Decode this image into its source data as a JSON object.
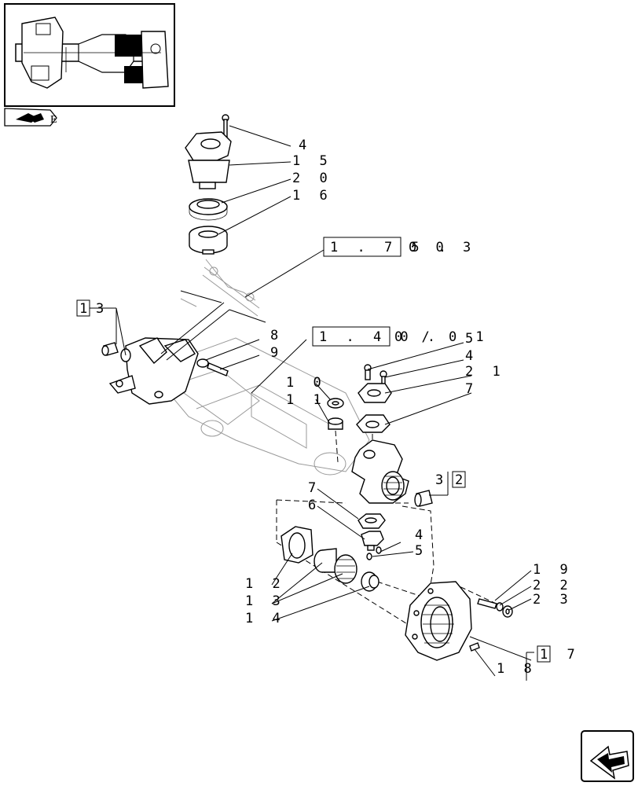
{
  "thumbnail": {
    "icon": "axle-assembly-thumbnail"
  },
  "book_tab": {
    "icon": "book-tab-icon",
    "suffix": "E"
  },
  "nav": {
    "icon": "previous-page-arrow-icon"
  },
  "refs": {
    "ref_175": [
      "1 . 7 5 .",
      "0   0 3"
    ],
    "ref_140": [
      "1 . 4 0 .",
      "0 / 0 1"
    ]
  },
  "callouts": {
    "c4a": "4",
    "c15": "1 5",
    "c20": "2 0",
    "c16": "1 6",
    "c1": "1",
    "c3a": "3",
    "c8": "8",
    "c9": "9",
    "c5a": "5",
    "c4b": "4",
    "c21": "2 1",
    "c7a": "7",
    "c10": "1 0",
    "c11": "1 1",
    "c3b": "3",
    "c2": "2",
    "c7b": "7",
    "c6": "6",
    "c4c": "4",
    "c5b": "5",
    "c12": "1 2",
    "c13": "1 3",
    "c14": "1 4",
    "c19": "1 9",
    "c22": "2 2",
    "c23": "2 3",
    "c17": "1 7",
    "c18": "1 8"
  }
}
